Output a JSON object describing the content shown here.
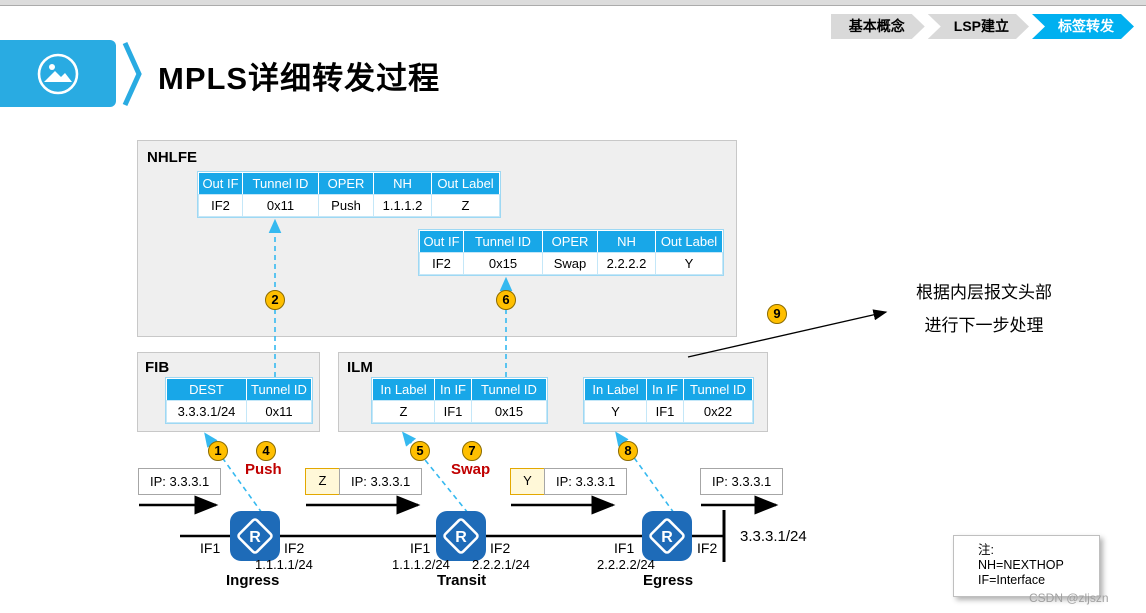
{
  "breadcrumb": {
    "items": [
      {
        "label": "基本概念",
        "active": false
      },
      {
        "label": "LSP建立",
        "active": false
      },
      {
        "label": "标签转发",
        "active": true
      }
    ]
  },
  "header": {
    "title": "MPLS详细转发过程"
  },
  "nhlfe": {
    "label": "NHLFE",
    "tables": [
      {
        "headers": [
          "Out IF",
          "Tunnel ID",
          "OPER",
          "NH",
          "Out Label"
        ],
        "row": [
          "IF2",
          "0x11",
          "Push",
          "1.1.1.2",
          "Z"
        ]
      },
      {
        "headers": [
          "Out IF",
          "Tunnel ID",
          "OPER",
          "NH",
          "Out Label"
        ],
        "row": [
          "IF2",
          "0x15",
          "Swap",
          "2.2.2.2",
          "Y"
        ]
      }
    ]
  },
  "fib": {
    "label": "FIB",
    "table": {
      "headers": [
        "DEST",
        "Tunnel ID"
      ],
      "row": [
        "3.3.3.1/24",
        "0x11"
      ]
    }
  },
  "ilm": {
    "label": "ILM",
    "tables": [
      {
        "headers": [
          "In Label",
          "In IF",
          "Tunnel ID"
        ],
        "row": [
          "Z",
          "IF1",
          "0x15"
        ]
      },
      {
        "headers": [
          "In Label",
          "In IF",
          "Tunnel ID"
        ],
        "row": [
          "Y",
          "IF1",
          "0x22"
        ]
      }
    ]
  },
  "steps": {
    "s1": "1",
    "s2": "2",
    "s4": "4",
    "s5": "5",
    "s6": "6",
    "s7": "7",
    "s8": "8",
    "s9": "9"
  },
  "actions": {
    "push": "Push",
    "swap": "Swap"
  },
  "packets": [
    {
      "ip": "IP: 3.3.3.1"
    },
    {
      "label": "Z",
      "ip": "IP: 3.3.3.1"
    },
    {
      "label": "Y",
      "ip": "IP: 3.3.3.1"
    },
    {
      "ip": "IP: 3.3.3.1"
    }
  ],
  "routers": [
    {
      "name": "Ingress",
      "if_left": "IF1",
      "if_right": "IF2",
      "ip_right": "1.1.1.1/24",
      "icon": "R"
    },
    {
      "name": "Transit",
      "if_left": "IF1",
      "if_right": "IF2",
      "ip_left": "1.1.1.2/24",
      "ip_right": "2.2.2.1/24",
      "icon": "R"
    },
    {
      "name": "Egress",
      "if_left": "IF1",
      "if_right": "IF2",
      "ip_left": "2.2.2.2/24",
      "icon": "R"
    }
  ],
  "network": {
    "dest": "3.3.3.1/24"
  },
  "annotation": {
    "line1": "根据内层报文头部",
    "line2": "进行下一步处理"
  },
  "note": {
    "title": "注:",
    "line1": "NH=NEXTHOP",
    "line2": "IF=Interface"
  },
  "watermark": "CSDN @zljszn",
  "colors": {
    "accent_blue": "#29ABE2",
    "active_tab": "#00B0F0",
    "tbl_header": "#18A7E8",
    "router_blue": "#1E6BB8",
    "step_fill": "#FFBF00",
    "step_border": "#8B6B00",
    "action_red": "#C00000",
    "label_yellow_bg": "#FFF8D8",
    "label_yellow_border": "#E3A800",
    "dashed_cyan": "#35B9F0"
  }
}
